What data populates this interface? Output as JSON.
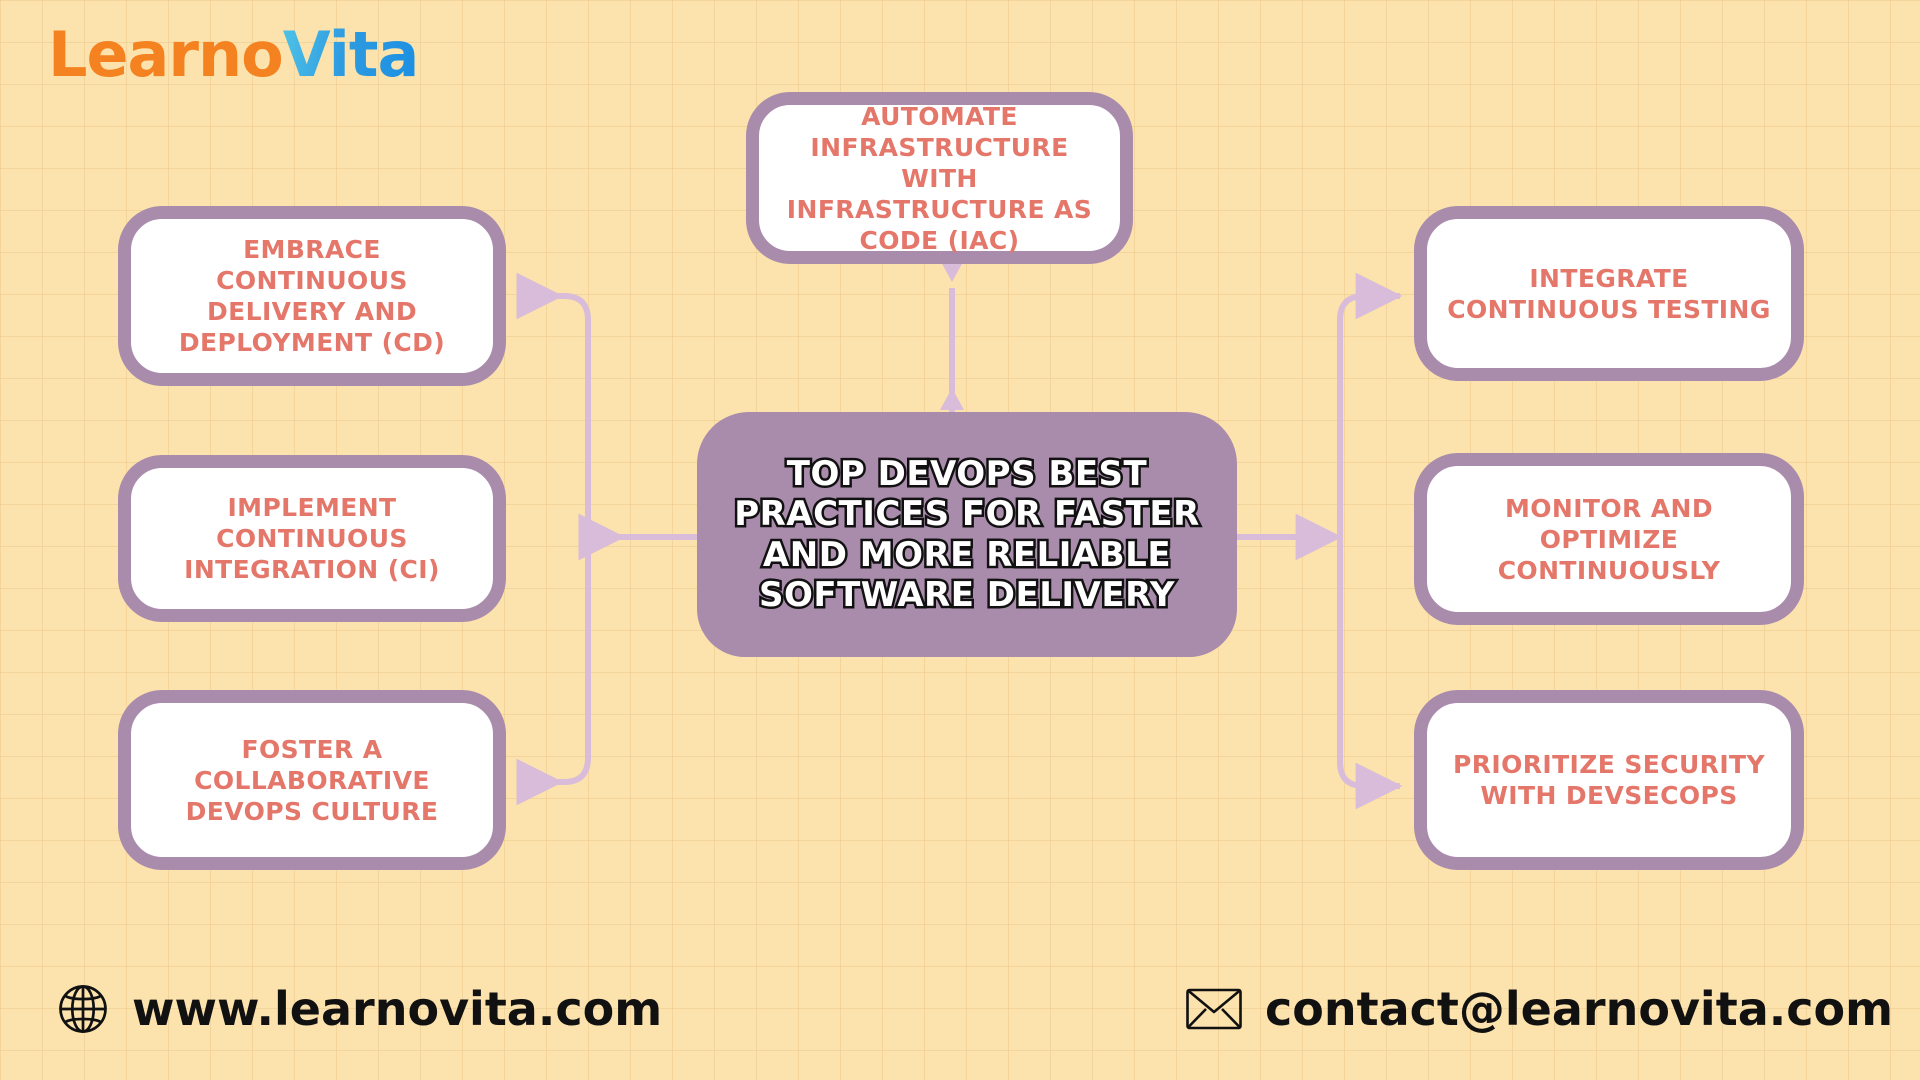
{
  "brand": {
    "logo_part1": "Learno",
    "logo_part2": "Vita",
    "color_orange": "#F58220",
    "color_blue": "#1B8FE3"
  },
  "theme": {
    "background": "#fce3ad",
    "grid_line": "#e2b978",
    "node_border": "#a98bac",
    "node_fill": "#ffffff",
    "node_text": "#e4766a",
    "center_fill": "#a98bac",
    "center_text": "#ffffff",
    "center_outline": "#111111",
    "connector": "#d9bcd9"
  },
  "center": {
    "lines": [
      "TOP DEVOPS BEST",
      "PRACTICES FOR FASTER",
      "AND MORE RELIABLE",
      "SOFTWARE DELIVERY"
    ],
    "text": "TOP DEVOPS BEST PRACTICES FOR FASTER AND MORE RELIABLE SOFTWARE DELIVERY"
  },
  "nodes": {
    "top": {
      "label": "AUTOMATE INFRASTRUCTURE WITH INFRASTRUCTURE AS CODE (IAC)",
      "lines": [
        "AUTOMATE",
        "INFRASTRUCTURE WITH",
        "INFRASTRUCTURE AS CODE",
        "(IAC)"
      ]
    },
    "left": [
      {
        "label": "EMBRACE CONTINUOUS DELIVERY AND DEPLOYMENT (CD)",
        "lines": [
          "EMBRACE",
          "CONTINUOUS",
          "DELIVERY AND",
          "DEPLOYMENT (CD)"
        ]
      },
      {
        "label": "IMPLEMENT CONTINUOUS INTEGRATION (CI)",
        "lines": [
          "IMPLEMENT",
          "CONTINUOUS",
          "INTEGRATION (CI)"
        ]
      },
      {
        "label": "FOSTER A COLLABORATIVE DEVOPS CULTURE",
        "lines": [
          "FOSTER A",
          "COLLABORATIVE",
          "DEVOPS CULTURE"
        ]
      }
    ],
    "right": [
      {
        "label": "INTEGRATE CONTINUOUS TESTING",
        "lines": [
          "INTEGRATE",
          "CONTINUOUS TESTING"
        ]
      },
      {
        "label": "MONITOR AND OPTIMIZE CONTINUOUSLY",
        "lines": [
          "MONITOR AND",
          "OPTIMIZE",
          "CONTINUOUSLY"
        ]
      },
      {
        "label": "PRIORITIZE SECURITY WITH DEVSECOPS",
        "lines": [
          "PRIORITIZE SECURITY",
          "WITH DEVSECOPS"
        ]
      }
    ]
  },
  "footer": {
    "website": "www.learnovita.com",
    "website_icon": "globe-icon",
    "email": "contact@learnovita.com",
    "email_icon": "envelope-icon"
  }
}
